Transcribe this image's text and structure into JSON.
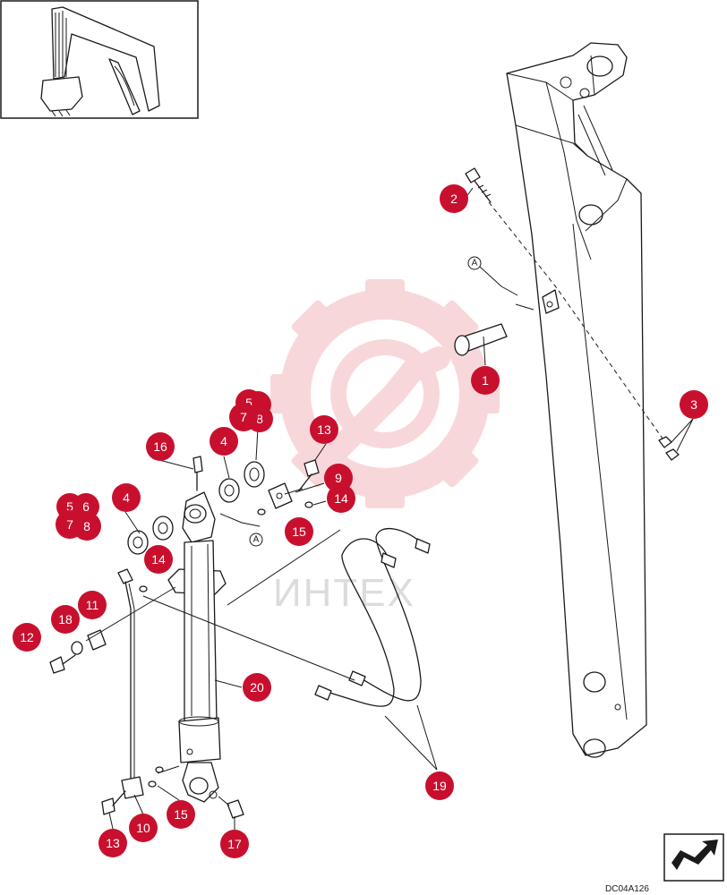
{
  "drawing_code": "DC04A126",
  "watermark_text": "ИНТЕХ",
  "reference_letter": "A",
  "callouts": [
    {
      "id": "c1",
      "label": "1"
    },
    {
      "id": "c2",
      "label": "2"
    },
    {
      "id": "c3",
      "label": "3"
    },
    {
      "id": "c4a",
      "label": "4"
    },
    {
      "id": "c4b",
      "label": "4"
    },
    {
      "id": "c5a",
      "label": "5"
    },
    {
      "id": "c5b",
      "label": "5"
    },
    {
      "id": "c6a",
      "label": "6"
    },
    {
      "id": "c6b",
      "label": "6"
    },
    {
      "id": "c7a",
      "label": "7"
    },
    {
      "id": "c7b",
      "label": "7"
    },
    {
      "id": "c8a",
      "label": "8"
    },
    {
      "id": "c8b",
      "label": "8"
    },
    {
      "id": "c9",
      "label": "9"
    },
    {
      "id": "c10",
      "label": "10"
    },
    {
      "id": "c11",
      "label": "11"
    },
    {
      "id": "c12",
      "label": "12"
    },
    {
      "id": "c13a",
      "label": "13"
    },
    {
      "id": "c13b",
      "label": "13"
    },
    {
      "id": "c14a",
      "label": "14"
    },
    {
      "id": "c14b",
      "label": "14"
    },
    {
      "id": "c15a",
      "label": "15"
    },
    {
      "id": "c15b",
      "label": "15"
    },
    {
      "id": "c16",
      "label": "16"
    },
    {
      "id": "c17",
      "label": "17"
    },
    {
      "id": "c18",
      "label": "18"
    },
    {
      "id": "c19",
      "label": "19"
    },
    {
      "id": "c20",
      "label": "20"
    }
  ],
  "colors": {
    "callout_fill": "#c8102e",
    "callout_text": "#ffffff",
    "line_art": "#1a1a1a",
    "watermark": "#f4b8bd"
  },
  "icons": {
    "thumbnail": "excavator-boom-thumbnail",
    "orientation": "forward-arrow-icon",
    "watermark_logo": "gear-wrench-logo"
  }
}
